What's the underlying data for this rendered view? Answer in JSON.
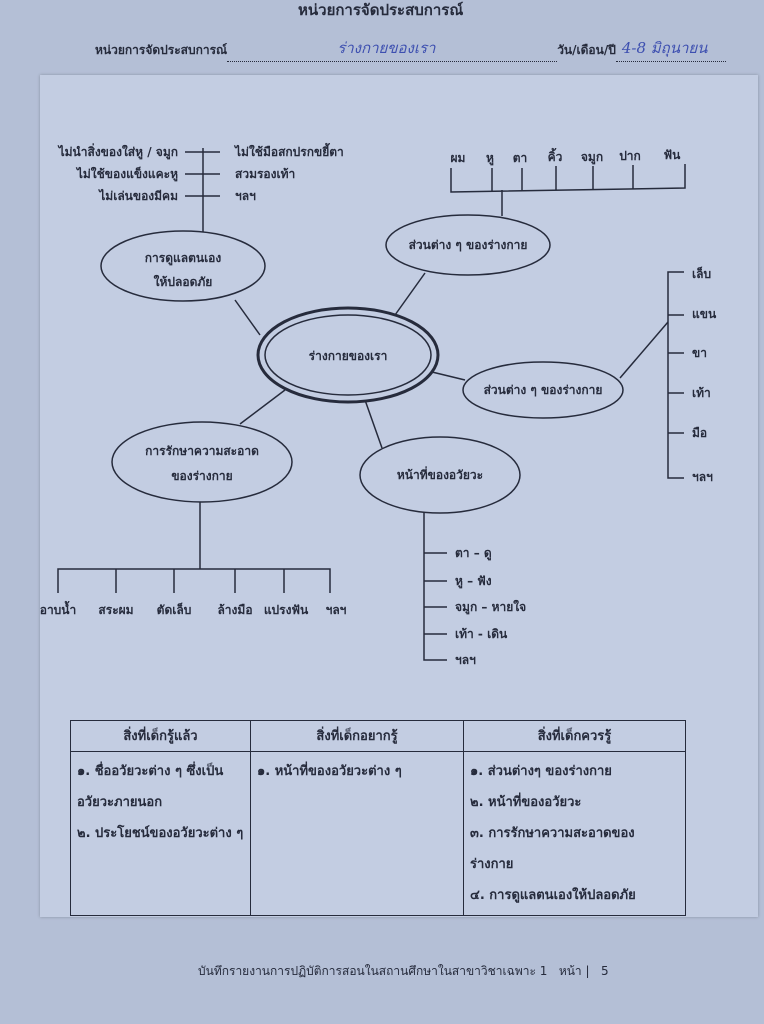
{
  "header": {
    "title": "หน่วยการจัดประสบการณ์",
    "unit_label": "หน่วยการจัดประสบการณ์",
    "unit_value": "ร่างกายของเรา",
    "date_label": "วัน/เดือน/ปี",
    "date_value": "4-8 มิถุนายน"
  },
  "mindmap": {
    "center": "ร่างกายของเรา",
    "safety": {
      "title1": "การดูแลตนเอง",
      "title2": "ให้ปลอดภัย",
      "left": [
        "ไม่นำสิ่งของใส่หู / จมูก",
        "ไม่ใช้ของแข็งแคะหู",
        "ไม่เล่นของมีคม"
      ],
      "right": [
        "ไม่ใช้มือสกปรกขยี้ตา",
        "สวมรองเท้า",
        "ฯลฯ"
      ]
    },
    "parts_top": {
      "title": "ส่วนต่าง ๆ ของร่างกาย",
      "items": [
        "ผม",
        "หู",
        "ตา",
        "คิ้ว",
        "จมูก",
        "ปาก",
        "ฟัน"
      ]
    },
    "parts_right": {
      "title": "ส่วนต่าง ๆ ของร่างกาย",
      "items": [
        "เล็บ",
        "แขน",
        "ขา",
        "เท้า",
        "มือ",
        "ฯลฯ"
      ]
    },
    "cleanliness": {
      "title1": "การรักษาความสะอาด",
      "title2": "ของร่างกาย",
      "items": [
        "อาบน้ำ",
        "สระผม",
        "ตัดเล็บ",
        "ล้างมือ",
        "แปรงฟัน",
        "ฯลฯ"
      ]
    },
    "functions": {
      "title": "หน้าที่ของอวัยวะ",
      "items": [
        "ตา – ดู",
        "หู – ฟัง",
        "จมูก – หายใจ",
        "เท้า - เดิน",
        "ฯลฯ"
      ]
    }
  },
  "table": {
    "headers": [
      "สิ่งที่เด็กรู้แล้ว",
      "สิ่งที่เด็กอยากรู้",
      "สิ่งที่เด็กควรรู้"
    ],
    "col1": [
      "๑.  ชื่ออวัยวะต่าง ๆ  ซึ่งเป็น",
      "อวัยวะภายนอก",
      "๒. ประโยชน์ของอวัยวะต่าง ๆ"
    ],
    "col2": [
      "๑. หน้าที่ของอวัยวะต่าง ๆ"
    ],
    "col3": [
      "๑. ส่วนต่างๆ ของร่างกาย",
      "๒. หน้าที่ของอวัยวะ",
      "๓. การรักษาความสะอาดของ",
      "ร่างกาย",
      "๔. การดูแลตนเองให้ปลอดภัย"
    ]
  },
  "footer": {
    "text": "บันทึกรายงานการปฏิบัติการสอนในสถานศึกษาในสาขาวิชาเฉพาะ 1",
    "page_label": "หน้า",
    "page_number": "5"
  }
}
